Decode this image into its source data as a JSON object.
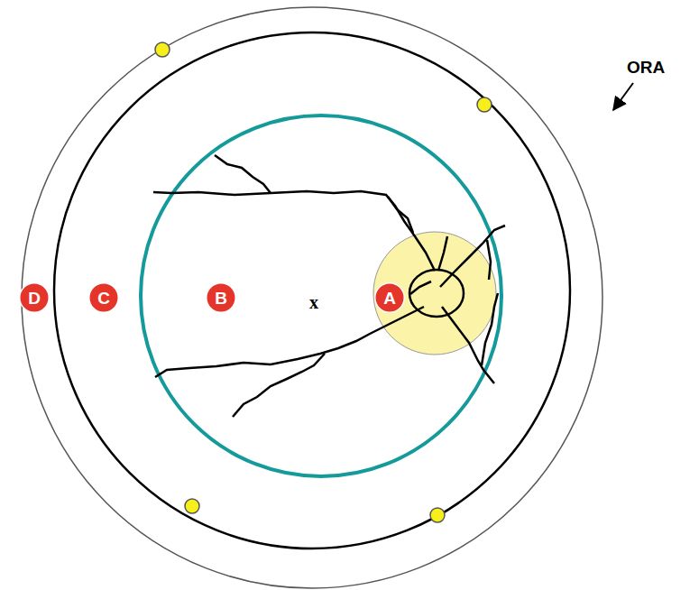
{
  "diagram": {
    "nodes": [
      {
        "text": [
          "D"
        ]
      },
      {
        "text": [
          "C"
        ]
      },
      {
        "text": [
          "B"
        ]
      },
      {
        "text": [
          "A"
        ]
      }
    ],
    "labels": [
      "x",
      "ORA"
    ]
  }
}
